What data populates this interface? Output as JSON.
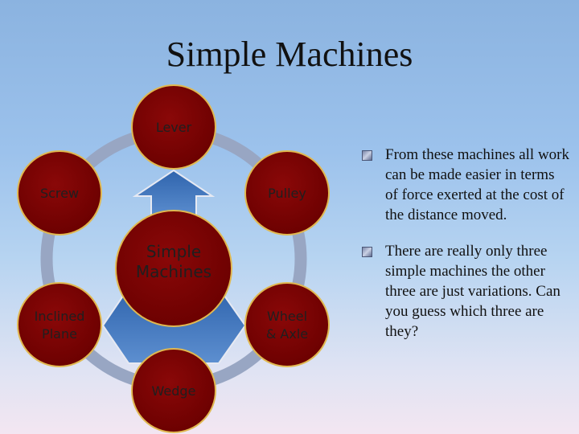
{
  "slide": {
    "title": "Simple Machines"
  },
  "diagram": {
    "center_label_line1": "Simple",
    "center_label_line2": "Machines",
    "nodes": [
      {
        "lines": [
          "Lever"
        ]
      },
      {
        "lines": [
          "Pulley"
        ]
      },
      {
        "lines": [
          "Wheel",
          "& Axle"
        ]
      },
      {
        "lines": [
          "Wedge"
        ]
      },
      {
        "lines": [
          "Inclined",
          "Plane"
        ]
      },
      {
        "lines": [
          "Screw"
        ]
      }
    ],
    "colors": {
      "circle_fill": "#7a0000",
      "circle_stroke": "#e0b850",
      "ring": "#9aa7c2",
      "arrow": "#3a6fb5"
    }
  },
  "bullets": [
    {
      "text": "From these machines all work can be made easier in terms of force exerted at the cost of the distance moved."
    },
    {
      "text": "There are really only three simple machines the other three are just variations. Can you guess which three are they?"
    }
  ]
}
